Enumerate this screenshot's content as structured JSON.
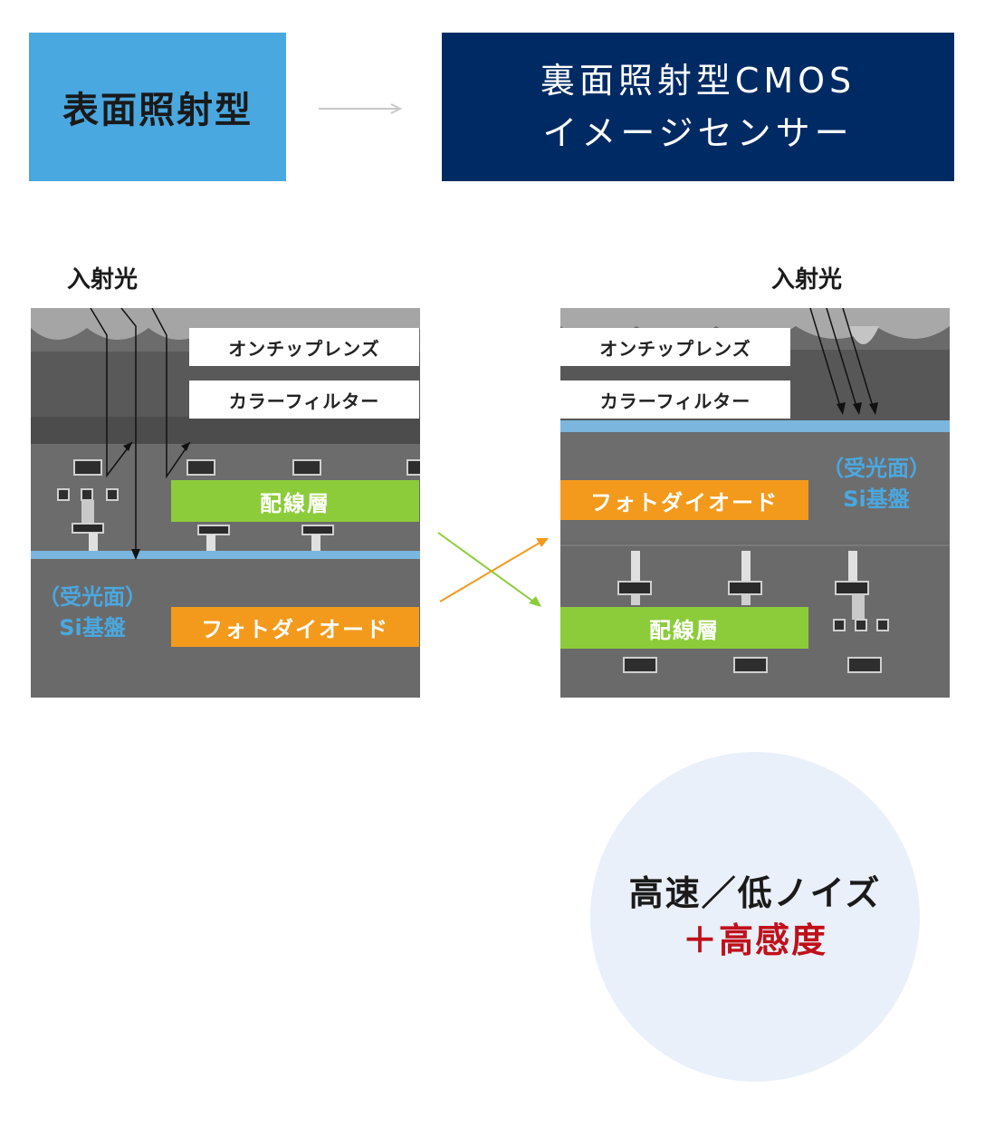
{
  "header": {
    "left_title": "表面照射型",
    "right_title_line1": "裏面照射型CMOS",
    "right_title_line2": "イメージセンサー"
  },
  "left_panel": {
    "incident_light": "入射光",
    "on_chip_lens": "オンチップレンズ",
    "color_filter": "カラーフィルター",
    "wiring_layer": "配線層",
    "photodiode": "フォトダイオード",
    "si_label_line1": "（受光面）",
    "si_label_line2": "Si基盤"
  },
  "right_panel": {
    "incident_light": "入射光",
    "on_chip_lens": "オンチップレンズ",
    "color_filter": "カラーフィルター",
    "wiring_layer": "配線層",
    "photodiode": "フォトダイオード",
    "si_label_line1": "（受光面）",
    "si_label_line2": "Si基盤"
  },
  "result": {
    "line1": "高速／低ノイズ",
    "line2": "＋高感度"
  },
  "colors": {
    "header_left_bg": "#4aa8e0",
    "header_right_bg": "#002a63",
    "wiring_green": "#8ccc3a",
    "photodiode_orange": "#f39a1c",
    "si_blue": "#4aa8e0",
    "highlight_red": "#c0101a",
    "circle_bg": "#e9f0f9"
  }
}
